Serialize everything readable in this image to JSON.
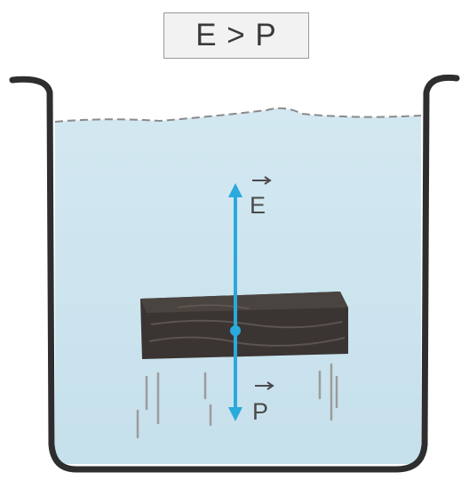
{
  "condition": {
    "text": "E > P"
  },
  "forces": [
    {
      "symbol": "E",
      "direction": "up"
    },
    {
      "symbol": "P",
      "direction": "down"
    }
  ],
  "colors": {
    "water": "#cfe6f0",
    "vessel": "#2e2e2e",
    "block": "#3a3532",
    "arrow": "#2aa9dc"
  }
}
